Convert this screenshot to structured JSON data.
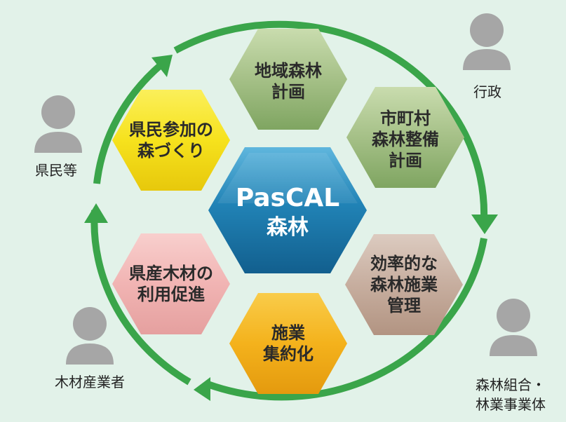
{
  "colors": {
    "background": "#e2f2e9",
    "arrow": "#3aa54a",
    "person": "#a6a6a6",
    "center": "#1b7cae",
    "green_hex": "#a9c38c",
    "yellow_hex": "#f6e21d",
    "pink_hex": "#f2b7b6",
    "brown_hex": "#c8b0a0",
    "orange_hex": "#f4b21c"
  },
  "center": {
    "line1": "PasCAL",
    "line2": "森林"
  },
  "hexagons": [
    {
      "id": "regional-forest-plan",
      "lines": [
        "地域森林",
        "計画"
      ],
      "color": "green"
    },
    {
      "id": "municipal-forest-plan",
      "lines": [
        "市町村",
        "森林整備",
        "計画"
      ],
      "color": "green"
    },
    {
      "id": "efficient-forestry-management",
      "lines": [
        "効率的な",
        "森林施業",
        "管理"
      ],
      "color": "brown"
    },
    {
      "id": "operation-consolidation",
      "lines": [
        "施業",
        "集約化"
      ],
      "color": "orange"
    },
    {
      "id": "prefectural-timber-use",
      "lines": [
        "県産木材の",
        "利用促進"
      ],
      "color": "pink"
    },
    {
      "id": "citizen-forest-making",
      "lines": [
        "県民参加の",
        "森づくり"
      ],
      "color": "yellow"
    }
  ],
  "actors": [
    {
      "id": "administration",
      "label_lines": [
        "行政"
      ]
    },
    {
      "id": "citizens",
      "label_lines": [
        "県民等"
      ]
    },
    {
      "id": "timber-industry",
      "label_lines": [
        "木材産業者"
      ]
    },
    {
      "id": "forestry-operators",
      "label_lines": [
        "森林組合・",
        "林業事業体"
      ]
    }
  ]
}
